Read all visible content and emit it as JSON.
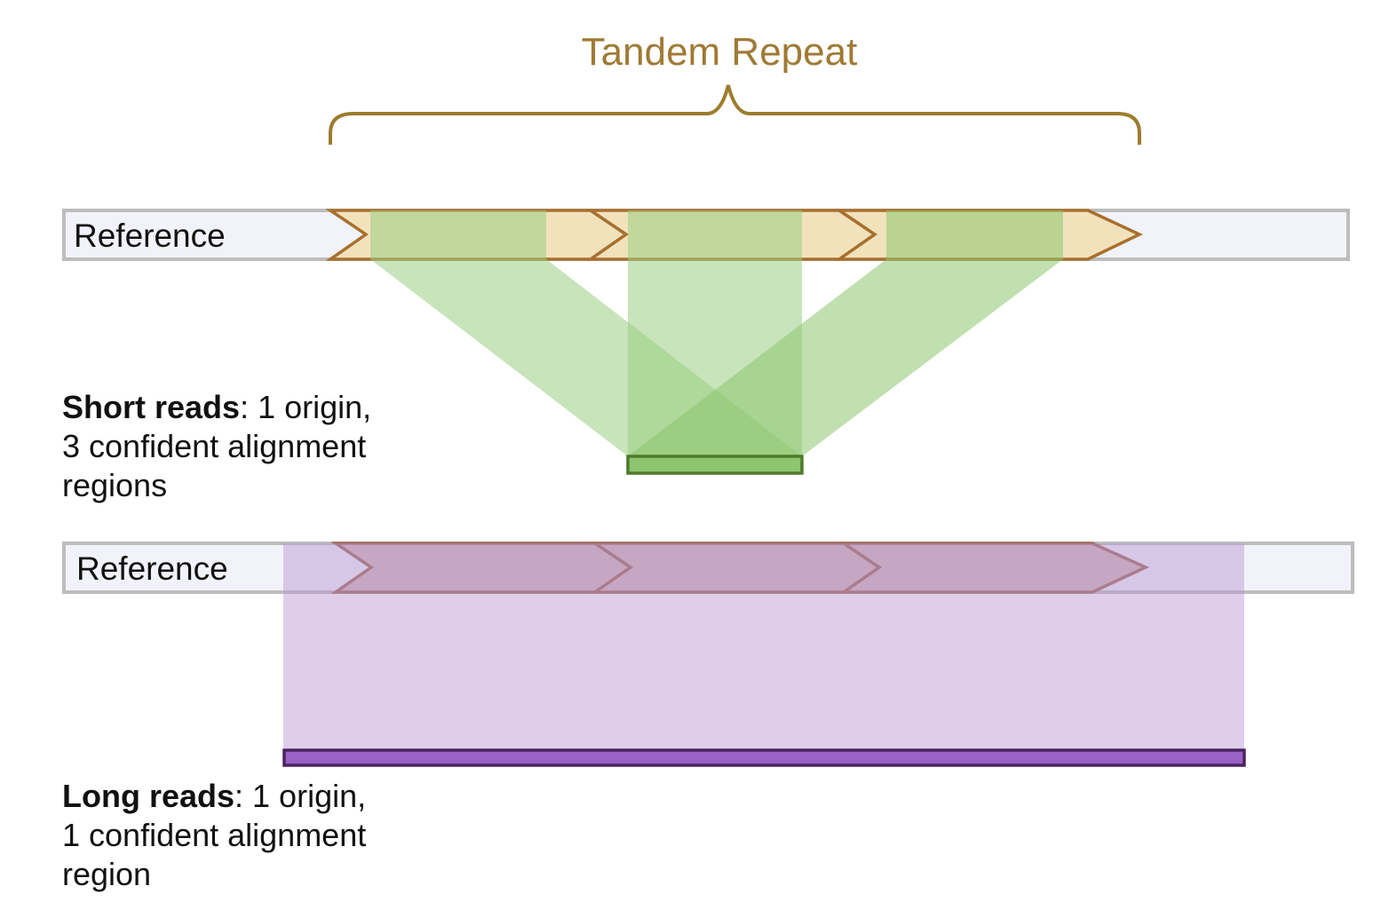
{
  "title": "Tandem Repeat",
  "reference_label": "Reference",
  "short_reads": {
    "label_bold": "Short reads",
    "label_rest": ": 1 origin,",
    "line2": "3 confident alignment",
    "line3": "regions"
  },
  "long_reads": {
    "label_bold": "Long reads",
    "label_rest": ": 1 origin,",
    "line2": "1 confident alignment",
    "line3": "region"
  },
  "colors": {
    "title": "#A07A35",
    "brace": "#9C7C2E",
    "reference_fill": "#F2F3FA",
    "reference_stroke": "#BDBDBD",
    "repeat_top_fill": "#F2E2BC",
    "repeat_top_stroke": "#A8702E",
    "repeat_bottom_fill": "#D4B8B8",
    "repeat_bottom_stroke": "#A06A56",
    "short_read_green": "#8DC66E",
    "short_read_stroke": "#4E7A2B",
    "long_read_purple": "#9A62C4",
    "long_read_stroke": "#4A2460"
  }
}
